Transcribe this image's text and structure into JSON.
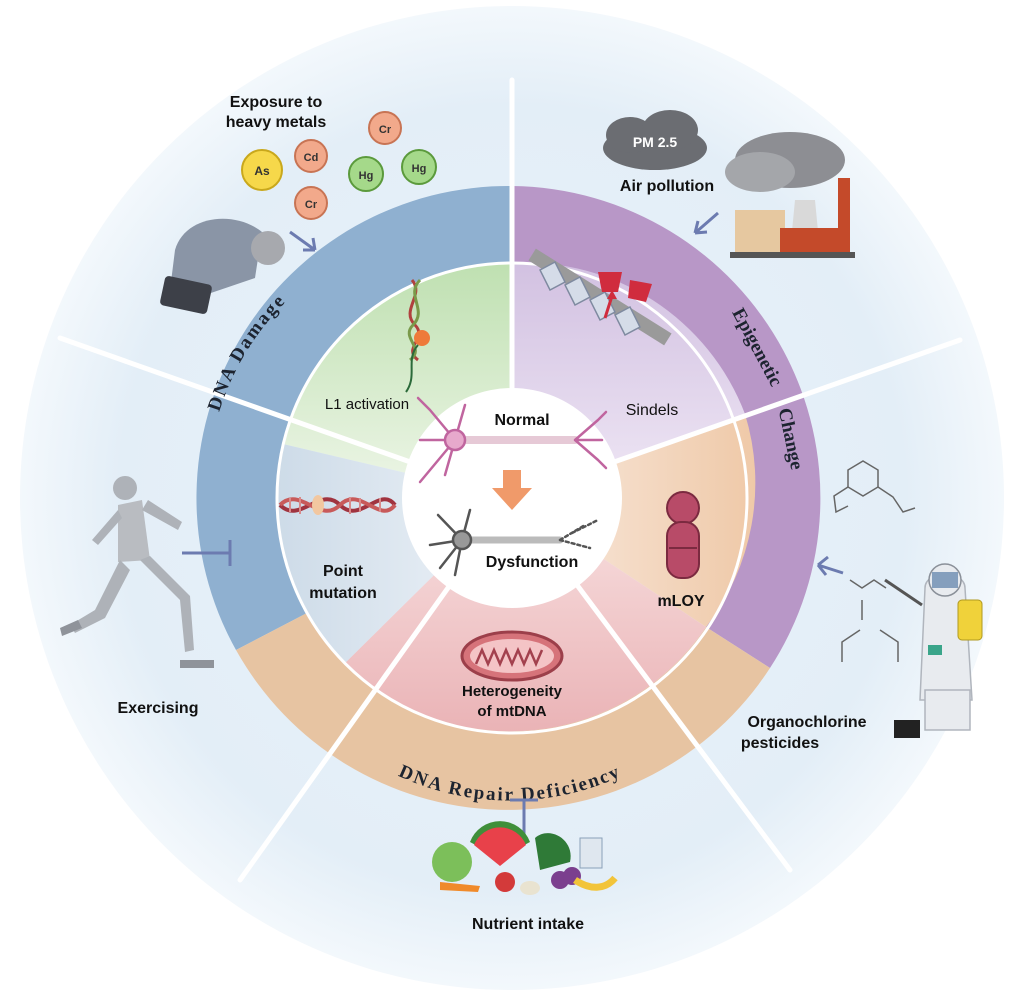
{
  "center": {
    "top": "Normal",
    "bottom": "Dysfunction"
  },
  "ring": {
    "dna_damage": "DNA Damage",
    "epigenetic": "Epigenetic",
    "change": "Change",
    "repair": "DNA Repair Deficiency"
  },
  "inner": {
    "l1": "L1 activation",
    "sindels": "Sindels",
    "point_mutation": [
      "Point",
      "mutation"
    ],
    "mloy": "mLOY",
    "mtdna": [
      "Heterogeneity",
      "of mtDNA"
    ]
  },
  "outer": {
    "heavy_metals": [
      "Exposure to",
      "heavy metals"
    ],
    "metals": [
      "As",
      "Cd",
      "Cr",
      "Cr",
      "Hg",
      "Hg"
    ],
    "pm": "PM 2.5",
    "air_pollution": "Air pollution",
    "exercising": "Exercising",
    "pesticides": [
      "Organochlorine",
      "pesticides"
    ],
    "nutrient": "Nutrient intake"
  },
  "colors": {
    "dna_damage_ring": "#8fb0d0",
    "epigenetic_ring": "#b897c7",
    "repair_ring": "#e7c4a2",
    "l1_sector": "#c8e4bc",
    "sindels_sector": "#dccfe6",
    "mtdna_sector": "#f0c7c8",
    "mloy_sector": "#f2d6c2",
    "point_sector": "#d9e4ee",
    "accent_arrow": "#f09a6a",
    "chromosome": "#b84b68"
  }
}
